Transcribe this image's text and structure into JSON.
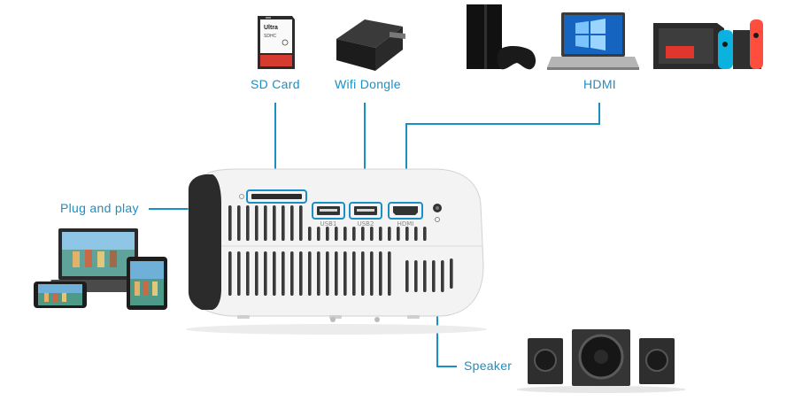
{
  "labels": {
    "sd_card": "SD Card",
    "wifi_dongle": "Wifi Dongle",
    "hdmi": "HDMI",
    "plug_and_play": "Plug and play",
    "speaker": "Speaker"
  },
  "ports": {
    "usb1": "USB1",
    "usb2": "USB2",
    "hdmi": "HDMI"
  },
  "colors": {
    "accent": "#1a8fc4"
  }
}
